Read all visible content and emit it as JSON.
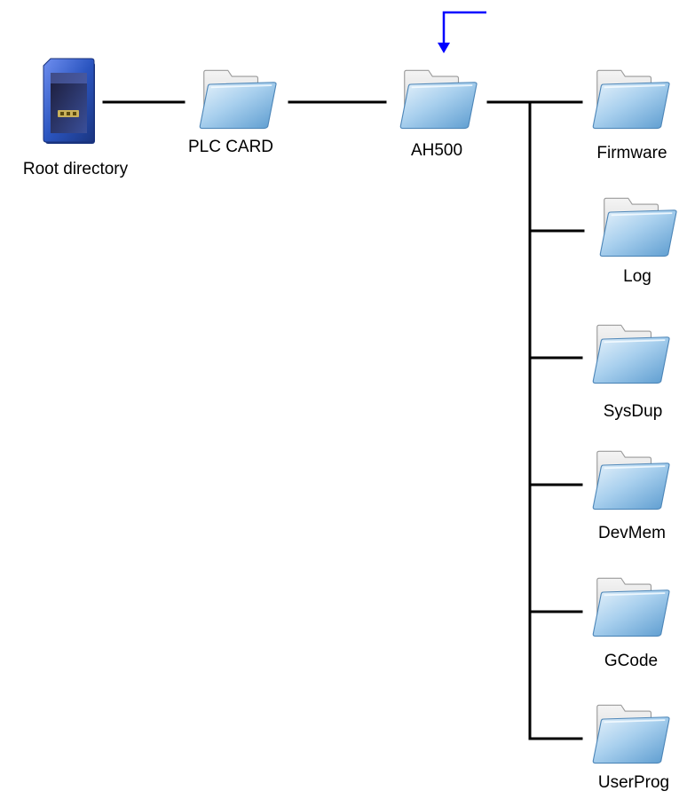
{
  "diagram": {
    "root": {
      "label": "Root directory",
      "icon": "sd-card-icon"
    },
    "level1": {
      "label": "PLC CARD",
      "icon": "folder-icon"
    },
    "level2": {
      "label": "AH500",
      "icon": "folder-icon"
    },
    "children": [
      {
        "label": "Firmware",
        "icon": "folder-icon"
      },
      {
        "label": "Log",
        "icon": "folder-icon"
      },
      {
        "label": "SysDup",
        "icon": "folder-icon"
      },
      {
        "label": "DevMem",
        "icon": "folder-icon"
      },
      {
        "label": "GCode",
        "icon": "folder-icon"
      },
      {
        "label": "UserProg",
        "icon": "folder-icon"
      }
    ],
    "colors": {
      "connector": "#000000",
      "pointer_arrow": "#0000ff",
      "folder_blue": "#7fb6dc",
      "sd_card_blue": "#2b55c0"
    }
  }
}
